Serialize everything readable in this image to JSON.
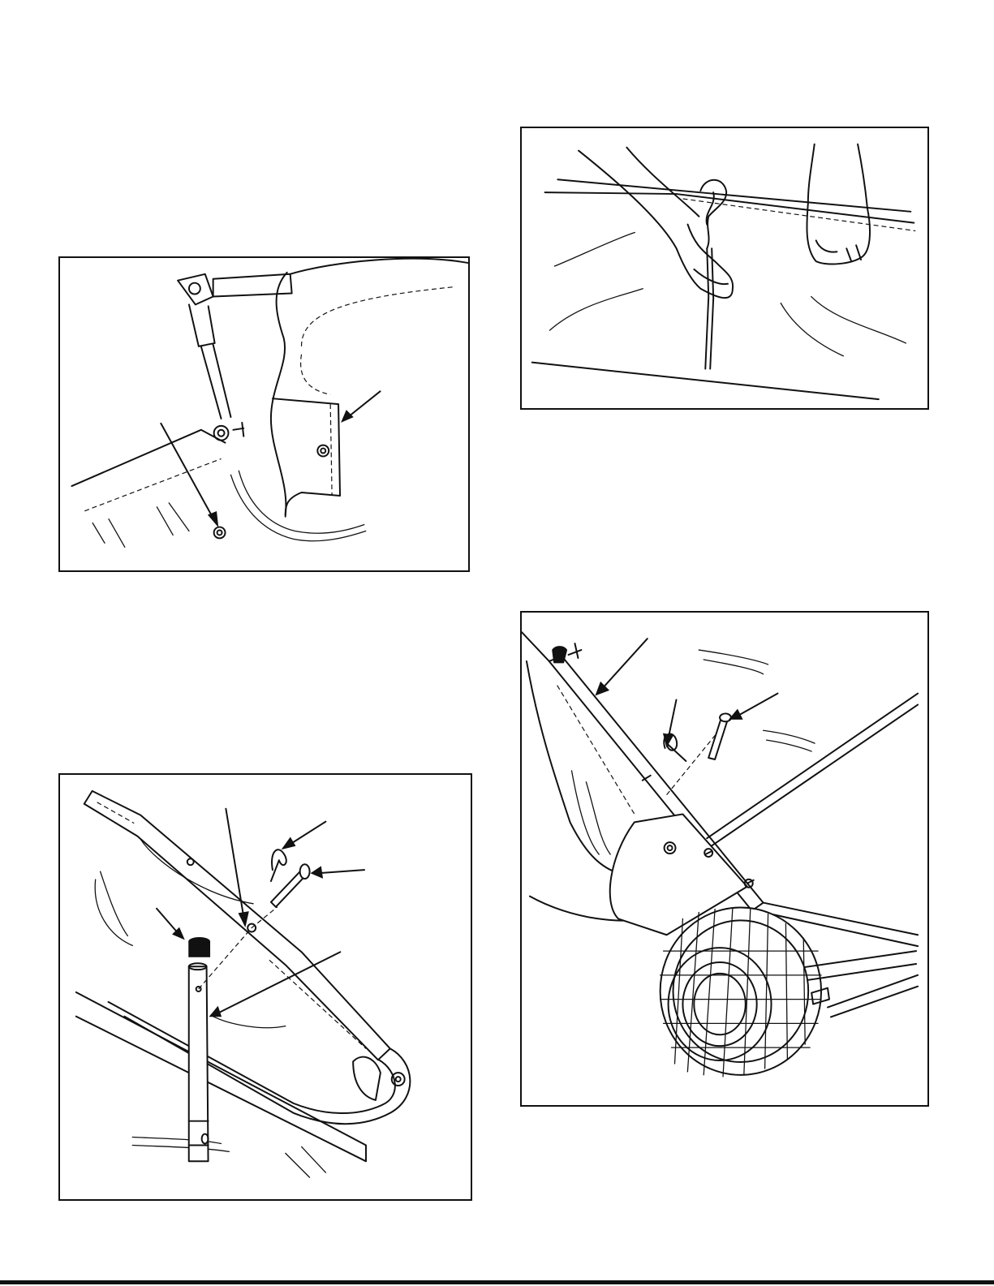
{
  "figures": [
    {
      "id": "fig1",
      "depicts": "handle-frame-and-bag-attachment"
    },
    {
      "id": "fig2",
      "depicts": "hands-tying-bag-cord-to-frame"
    },
    {
      "id": "fig3",
      "depicts": "handle-tube-assembly-with-pin-and-clip"
    },
    {
      "id": "fig4",
      "depicts": "handle-to-wheel-housing-assembly"
    }
  ],
  "colors": {
    "ink": "#111111",
    "paper": "#ffffff"
  }
}
